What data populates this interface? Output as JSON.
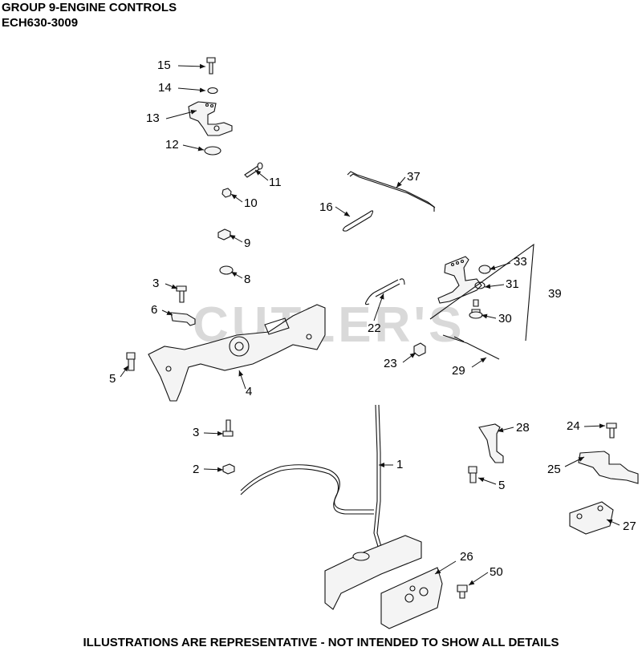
{
  "header": {
    "title": "GROUP 9-ENGINE CONTROLS",
    "model": "ECH630-3009"
  },
  "watermark": "CUTLER'S",
  "footer": "ILLUSTRATIONS ARE REPRESENTATIVE - NOT INTENDED TO SHOW ALL DETAILS",
  "callouts": [
    {
      "id": "c15",
      "label": "15"
    },
    {
      "id": "c14",
      "label": "14"
    },
    {
      "id": "c13",
      "label": "13"
    },
    {
      "id": "c12",
      "label": "12"
    },
    {
      "id": "c11",
      "label": "11"
    },
    {
      "id": "c10",
      "label": "10"
    },
    {
      "id": "c9",
      "label": "9"
    },
    {
      "id": "c8",
      "label": "8"
    },
    {
      "id": "c3a",
      "label": "3"
    },
    {
      "id": "c6",
      "label": "6"
    },
    {
      "id": "c5a",
      "label": "5"
    },
    {
      "id": "c4",
      "label": "4"
    },
    {
      "id": "c37",
      "label": "37"
    },
    {
      "id": "c16",
      "label": "16"
    },
    {
      "id": "c22",
      "label": "22"
    },
    {
      "id": "c33",
      "label": "33"
    },
    {
      "id": "c31",
      "label": "31"
    },
    {
      "id": "c39",
      "label": "39"
    },
    {
      "id": "c30",
      "label": "30"
    },
    {
      "id": "c23",
      "label": "23"
    },
    {
      "id": "c29",
      "label": "29"
    },
    {
      "id": "c3b",
      "label": "3"
    },
    {
      "id": "c2",
      "label": "2"
    },
    {
      "id": "c1",
      "label": "1"
    },
    {
      "id": "c28",
      "label": "28"
    },
    {
      "id": "c24",
      "label": "24"
    },
    {
      "id": "c25",
      "label": "25"
    },
    {
      "id": "c5b",
      "label": "5"
    },
    {
      "id": "c27",
      "label": "27"
    },
    {
      "id": "c26",
      "label": "26"
    },
    {
      "id": "c50",
      "label": "50"
    }
  ]
}
